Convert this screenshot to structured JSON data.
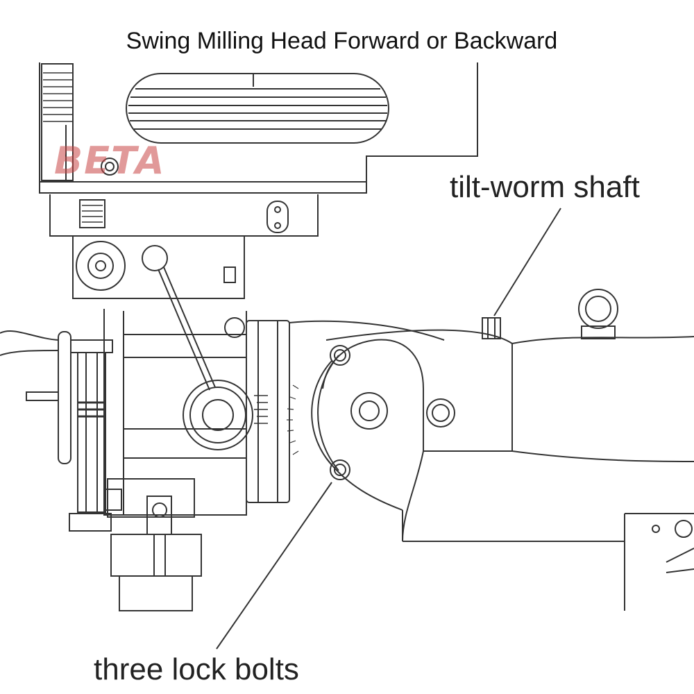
{
  "diagram": {
    "title": "Swing Milling Head Forward or Backward",
    "watermark": "BETA",
    "callouts": {
      "tilt_worm_shaft": "tilt-worm shaft",
      "three_lock_bolts": "three lock bolts"
    },
    "colors": {
      "line": "#333333",
      "background": "#ffffff",
      "watermark": "#c84646"
    }
  }
}
